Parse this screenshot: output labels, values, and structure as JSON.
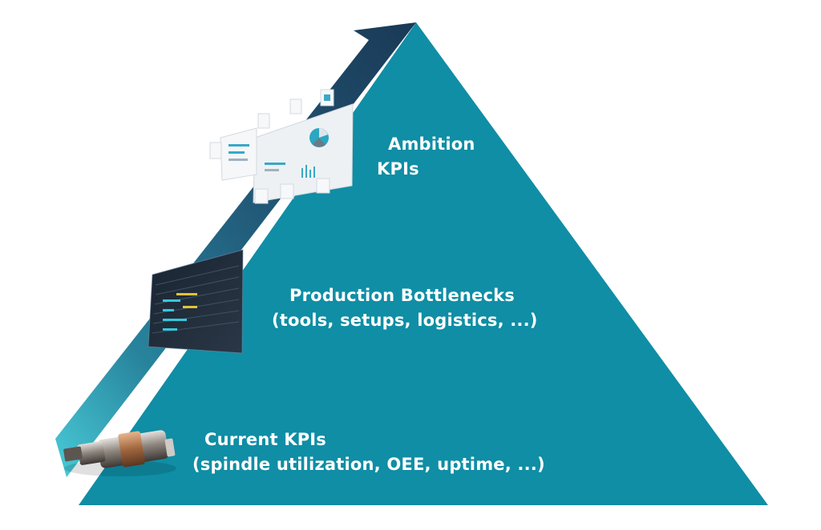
{
  "colors": {
    "pyramid": "#0f8ea5",
    "pyramid_shade": "#0c7f95",
    "arrow_dark": "#0e2f4d",
    "arrow_mid": "#155a78",
    "text": "#ffffff"
  },
  "levels": [
    {
      "lines": [
        "Ambition",
        "KPIs"
      ],
      "visual": "dashboard-cards-image"
    },
    {
      "lines": [
        "Production  Bottlenecks",
        "(tools, setups, logistics, ...)"
      ],
      "visual": "data-table-screen-image"
    },
    {
      "lines": [
        "Current  KPIs",
        "(spindle utilization, OEE, uptime, ...)"
      ],
      "visual": "spindle-image"
    }
  ]
}
